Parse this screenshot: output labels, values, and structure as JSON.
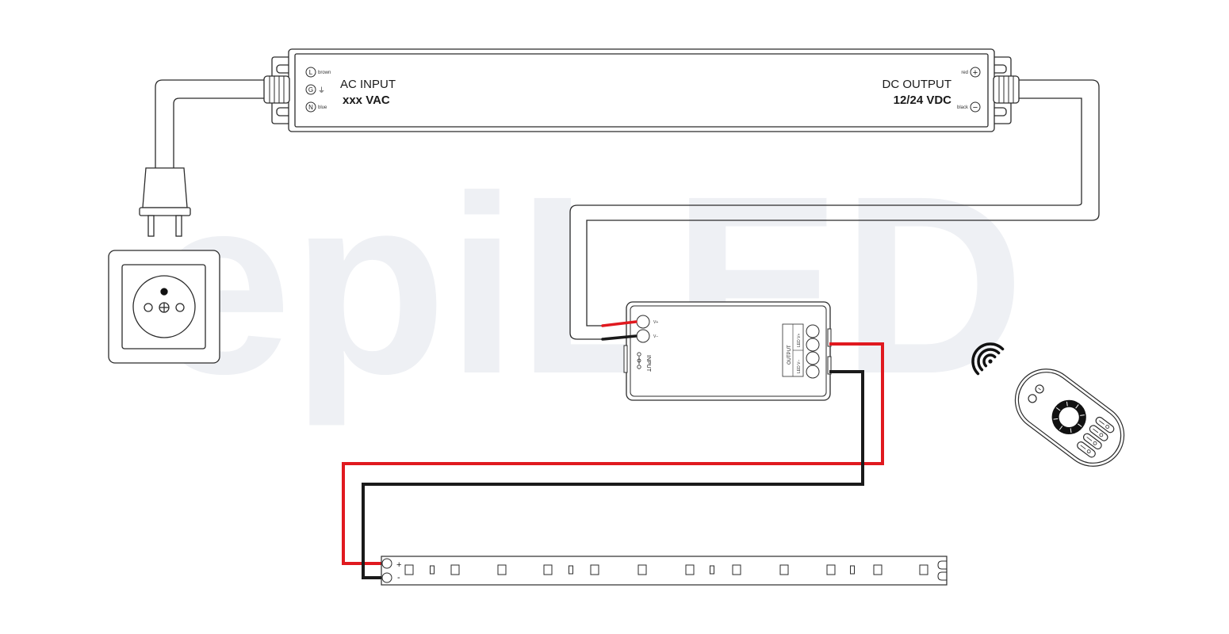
{
  "watermark": "epiLED",
  "psu": {
    "ac_title": "AC INPUT",
    "ac_value": "xxx VAC",
    "dc_title": "DC OUTPUT",
    "dc_value": "12/24 VDC",
    "terminals_in": [
      {
        "symbol": "L",
        "label": "brown"
      },
      {
        "symbol": "G",
        "label": "⏚"
      },
      {
        "symbol": "N",
        "label": "blue"
      }
    ],
    "terminals_out": [
      {
        "symbol": "+",
        "label": "red"
      },
      {
        "symbol": "−",
        "label": "black"
      }
    ]
  },
  "controller": {
    "input_label": "INPUT",
    "input_pins": [
      "V+",
      "V−"
    ],
    "output_label": "OUTPUT",
    "output_pins": [
      "LED V+",
      "LED V−"
    ]
  },
  "strip": {
    "plus": "+",
    "minus": "-"
  },
  "colors": {
    "red_wire": "#e0191f",
    "black_wire": "#1a1a1a",
    "outline": "#2b2b2b",
    "watermark": "#eef0f4"
  },
  "icons": [
    "wall-plug-icon",
    "wall-socket-icon",
    "wireless-signal-icon",
    "remote-control-icon"
  ]
}
